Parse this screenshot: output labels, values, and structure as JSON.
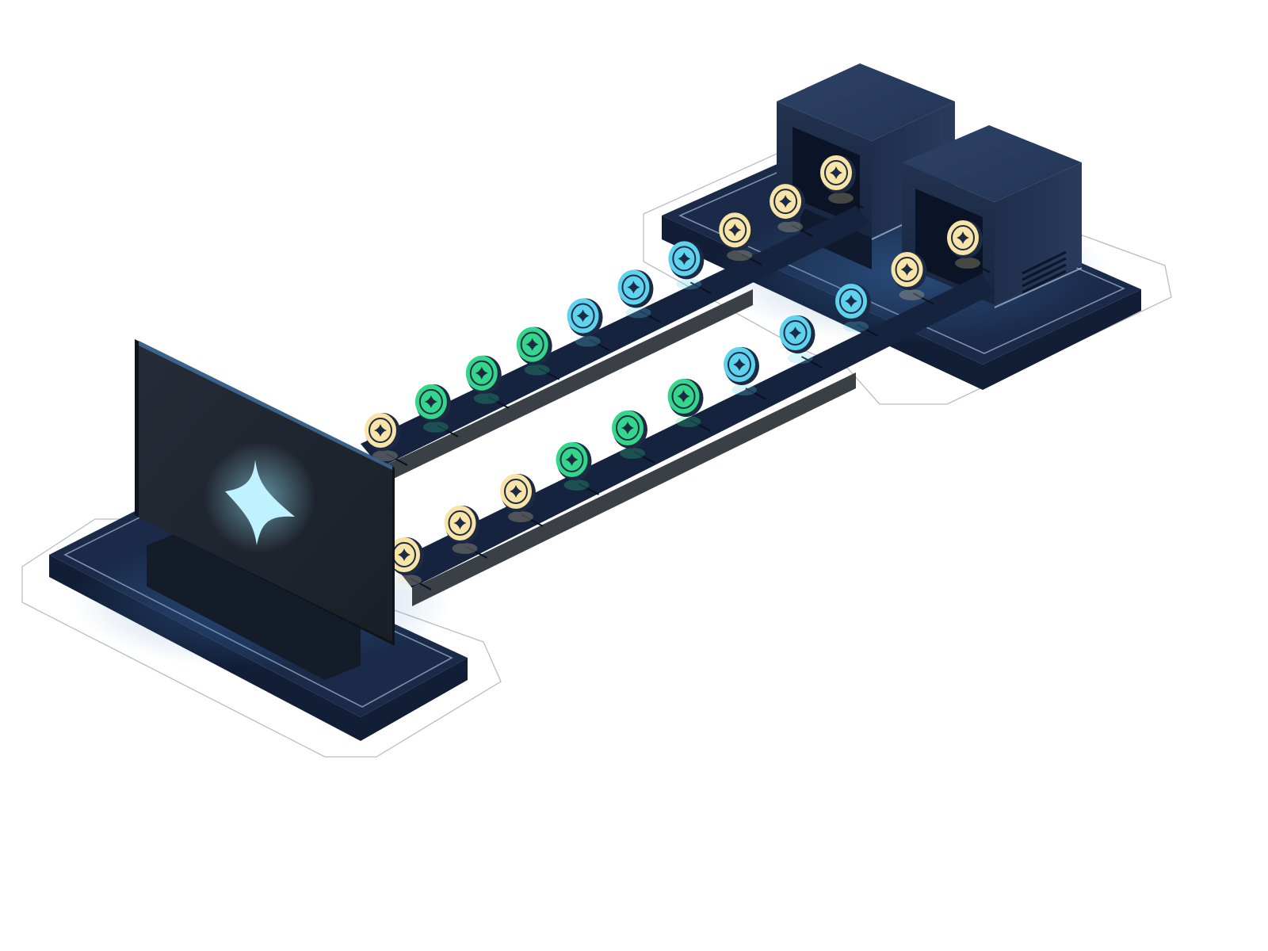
{
  "scene": {
    "accent_colors": {
      "yellow_token": "#f7e4a6",
      "green_token": "#34d68c",
      "cyan_token": "#5fd2ee",
      "screen_glyph": "#bff1ff",
      "platform": "#1a2a48",
      "server_box": "#1d2d48"
    },
    "icons": {
      "screen_glyph": "sparkle-icon",
      "token_glyph": "sparkle-icon"
    },
    "server_count": 2,
    "conveyor_count": 2,
    "upper_conveyor_tokens": [
      "yellow",
      "green",
      "green",
      "green",
      "cyan",
      "cyan",
      "cyan",
      "yellow",
      "yellow",
      "yellow"
    ],
    "lower_conveyor_tokens": [
      "yellow",
      "yellow",
      "yellow",
      "green",
      "green",
      "green",
      "cyan",
      "cyan",
      "cyan",
      "yellow",
      "yellow"
    ]
  }
}
